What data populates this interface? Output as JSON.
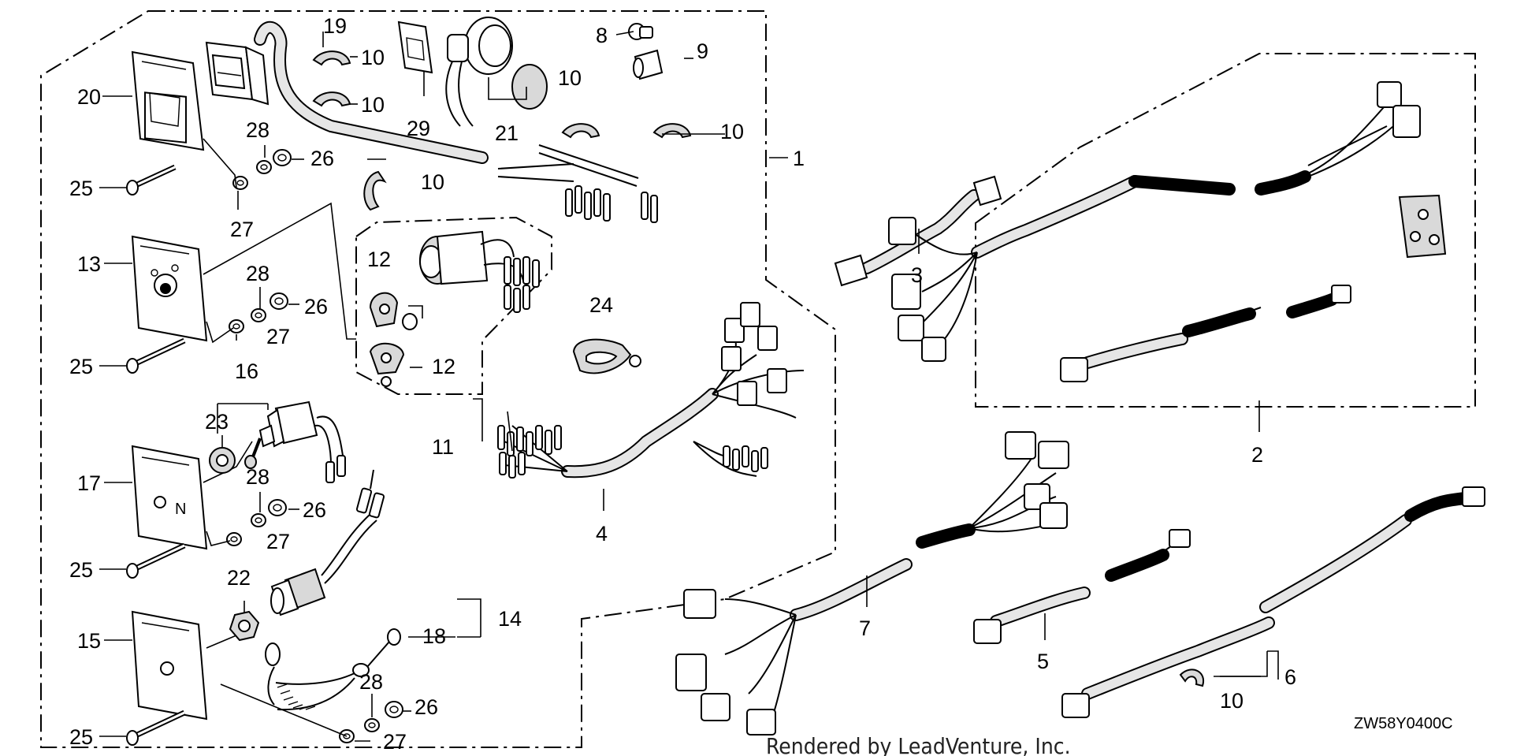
{
  "reference_code": "ZW58Y0400C",
  "credit": "Rendered by LeadVenture, Inc.",
  "callouts": {
    "c1": "1",
    "c2": "2",
    "c3": "3",
    "c4": "4",
    "c5": "5",
    "c6": "6",
    "c7": "7",
    "c8": "8",
    "c9": "9",
    "c10a": "10",
    "c10b": "10",
    "c10c": "10",
    "c10d": "10",
    "c10e": "10",
    "c10f": "10",
    "c11": "11",
    "c12a": "12",
    "c12b": "12",
    "c13": "13",
    "c14": "14",
    "c15": "15",
    "c16": "16",
    "c17": "17",
    "c18": "18",
    "c19": "19",
    "c20": "20",
    "c21": "21",
    "c22": "22",
    "c23": "23",
    "c24": "24",
    "c25a": "25",
    "c25b": "25",
    "c25c": "25",
    "c25d": "25",
    "c26a": "26",
    "c26b": "26",
    "c26c": "26",
    "c26d": "26",
    "c27a": "27",
    "c27b": "27",
    "c27c": "27",
    "c27d": "27",
    "c28a": "28",
    "c28b": "28",
    "c28c": "28",
    "c28d": "28",
    "c29": "29"
  },
  "panel_marks": {
    "neutral_letter": "N"
  }
}
